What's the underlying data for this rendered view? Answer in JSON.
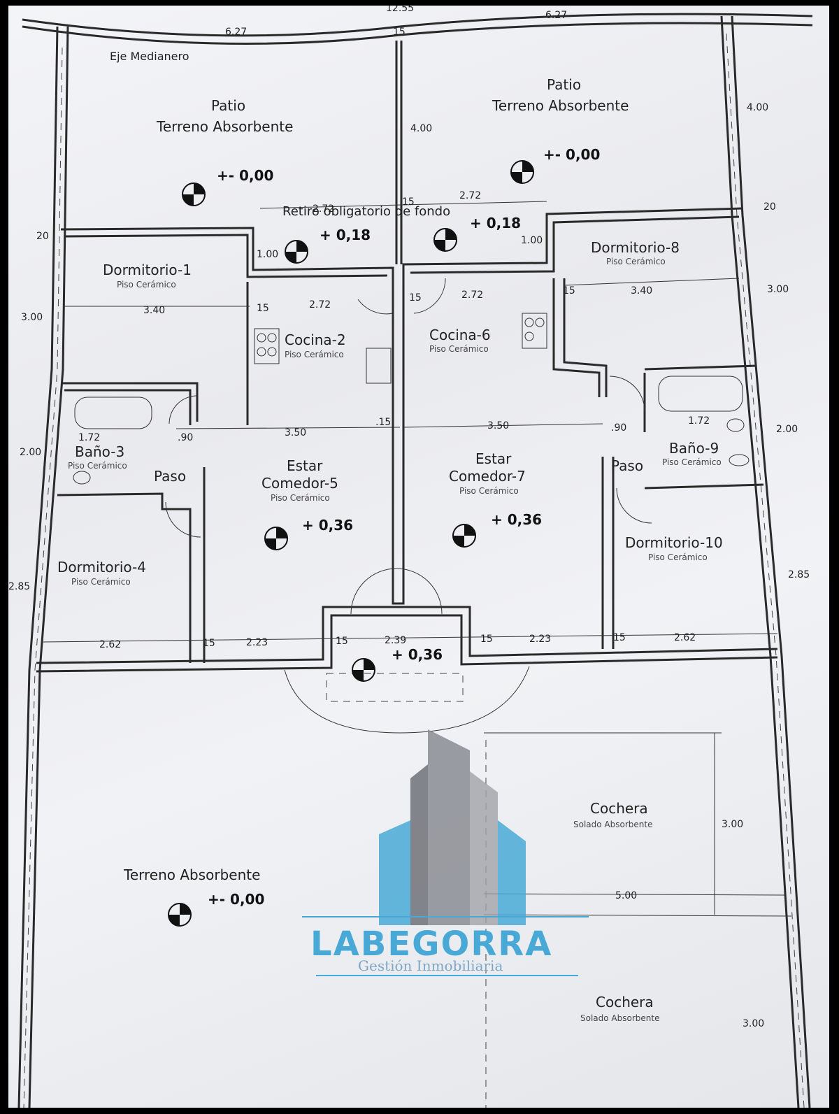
{
  "rooms": [
    {
      "name": "Dormitorio-1",
      "floor": "Piso Cerámico"
    },
    {
      "name": "Cocina-2",
      "floor": "Piso Cerámico"
    },
    {
      "name": "Baño-3",
      "floor": "Piso Cerámico"
    },
    {
      "name": "Dormitorio-4",
      "floor": "Piso Cerámico"
    },
    {
      "name_line1": "Estar",
      "name_line2": "Comedor-5",
      "floor": "Piso Cerámico"
    },
    {
      "name": "Cocina-6",
      "floor": "Piso Cerámico"
    },
    {
      "name_line1": "Estar",
      "name_line2": "Comedor-7",
      "floor": "Piso Cerámico"
    },
    {
      "name": "Dormitorio-8",
      "floor": "Piso Cerámico"
    },
    {
      "name": "Baño-9",
      "floor": "Piso Cerámico"
    },
    {
      "name": "Dormitorio-10",
      "floor": "Piso Cerámico"
    }
  ],
  "areas": {
    "eje": "Eje Medianero",
    "patio": "Patio",
    "terreno": "Terreno Absorbente",
    "retiro": "Retiro obligatorio de fondo",
    "paso": "Paso",
    "cochera": "Cochera",
    "solado": "Solado Absorbente"
  },
  "levels": {
    "zero": "+- 0,00",
    "l018": "+ 0,18",
    "l036": "+ 0,36"
  },
  "dims": {
    "d627": "6.27",
    "d1255": "12.55",
    "d400": "4.00",
    "d272": "2.72",
    "d15": "15",
    "d20": "20",
    "d100": "1.00",
    "d340": "3.40",
    "d300": "3.00",
    "d172": "1.72",
    "d090": ".90",
    "d350": "3.50",
    "d015": ".15",
    "d200": "2.00",
    "d262": "2.62",
    "d223": "2.23",
    "d239": "2.39",
    "d285": "2.85",
    "d500": "5.00"
  },
  "logo": {
    "brand": "LABEGORRA",
    "tagline": "Gestión Inmobiliaria",
    "colors": {
      "blue": "#49a9d6",
      "gray": "#8a8c93"
    }
  }
}
